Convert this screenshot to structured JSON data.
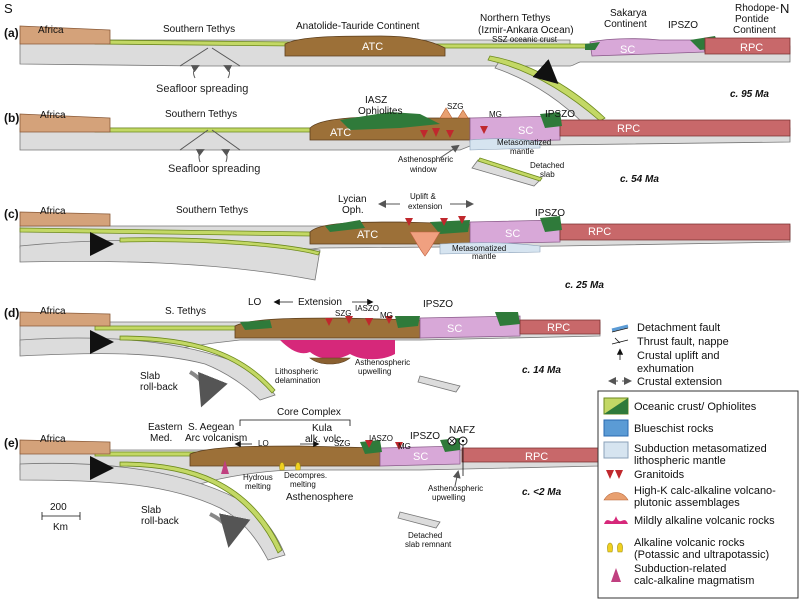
{
  "compass": {
    "south": "S",
    "north": "N"
  },
  "panels": {
    "a": {
      "letter": "(a)",
      "age": "c. 95 Ma",
      "labels": {
        "africa": "Africa",
        "southern_tethys": "Southern Tethys",
        "atc_continent": "Anatolide-Tauride Continent",
        "northern_tethys": "Northern Tethys",
        "izmir": "(Izmir-Ankara Ocean)",
        "ssz": "SSZ oceanic crust",
        "sakarya1": "Sakarya",
        "sakarya2": "Continent",
        "ipszo": "IPSZO",
        "rhodope1": "Rhodope-",
        "rhodope2": "Pontide",
        "rhodope3": "Continent",
        "atc": "ATC",
        "sc": "SC",
        "rpc": "RPC",
        "seafloor": "Seafloor spreading"
      }
    },
    "b": {
      "letter": "(b)",
      "age": "c. 54 Ma",
      "labels": {
        "africa": "Africa",
        "southern_tethys": "Southern Tethys",
        "iasz": "IASZ",
        "ophiolites": "Ophiolites",
        "szg": "SZG",
        "mg": "MG",
        "ipszo": "IPSZO",
        "atc": "ATC",
        "sc": "SC",
        "rpc": "RPC",
        "metasomatized1": "Metasomatized",
        "metasomatized2": "mantle",
        "astheno1": "Asthenospheric",
        "astheno2": "window",
        "detached1": "Detached",
        "detached2": "slab",
        "seafloor": "Seafloor spreading"
      }
    },
    "c": {
      "letter": "(c)",
      "age": "c. 25 Ma",
      "labels": {
        "africa": "Africa",
        "southern_tethys": "Southern Tethys",
        "lycian1": "Lycian",
        "lycian2": "Oph.",
        "uplift1": "Uplift &",
        "uplift2": "extension",
        "ipszo": "IPSZO",
        "atc": "ATC",
        "sc": "SC",
        "rpc": "RPC",
        "metasomatized1": "Metasomatized",
        "metasomatized2": "mantle"
      }
    },
    "d": {
      "letter": "(d)",
      "age": "c. 14 Ma",
      "labels": {
        "africa": "Africa",
        "s_tethys": "S. Tethys",
        "lo": "LO",
        "extension": "Extension",
        "iaszo": "IASZO",
        "szg": "SZG",
        "mg": "MG",
        "ipszo": "IPSZO",
        "sc": "SC",
        "rpc": "RPC",
        "lith1": "Lithospheric",
        "lith2": "delamination",
        "astheno1": "Asthenospheric",
        "astheno2": "upwelling",
        "slab1": "Slab",
        "slab2": "roll-back"
      }
    },
    "e": {
      "letter": "(e)",
      "age": "c. <2 Ma",
      "labels": {
        "africa": "Africa",
        "eastern1": "Eastern",
        "eastern2": "Med.",
        "core_complex": "Core Complex",
        "saegean1": "S. Aegean",
        "saegean2": "Arc volcanism",
        "kula1": "Kula",
        "kula2": "alk. volc.",
        "lo": "LO",
        "szg": "SZG",
        "iaszo": "IASZO",
        "mg": "MG",
        "ipszo": "IPSZO",
        "nafz": "NAFZ",
        "sc": "SC",
        "rpc": "RPC",
        "hydrous1": "Hydrous",
        "hydrous2": "melting",
        "decomp1": "Decompres.",
        "decomp2": "melting",
        "asthenosphere": "Asthenosphere",
        "astheno1": "Asthenospheric",
        "astheno2": "upwelling",
        "slab1": "Slab",
        "slab2": "roll-back",
        "detached1": "Detached",
        "detached2": "slab remnant"
      }
    }
  },
  "scale": {
    "value": "200",
    "unit": "Km"
  },
  "symbol_key": [
    {
      "label": "Detachment fault",
      "icon": "detachment-fault-icon"
    },
    {
      "label": "Thrust fault, nappe",
      "icon": "thrust-fault-icon"
    },
    {
      "label": "Crustal uplift and",
      "label2": "exhumation",
      "icon": "uplift-arrow-icon"
    },
    {
      "label": "Crustal extension",
      "icon": "extension-arrows-icon"
    }
  ],
  "legend": [
    {
      "label": "Oceanic crust/ Ophiolites",
      "color": "#c3d865"
    },
    {
      "label": "Blueschist rocks",
      "color": "#5b9bd5"
    },
    {
      "label": "Subduction metasomatized",
      "label2": "lithospheric mantle",
      "color": "#d6e4f0"
    },
    {
      "label": "Granitoids",
      "color": "#c0282d"
    },
    {
      "label": "High-K calc-alkaline volcano-",
      "label2": "plutonic assemblages",
      "color": "#e8a070"
    },
    {
      "label": "Mildly alkaline volcanic rocks",
      "color": "#d6287a"
    },
    {
      "label": "Alkaline volcanic rocks",
      "label2": "(Potassic and ultrapotassic)",
      "color": "#f0d020"
    },
    {
      "label": "Subduction-related",
      "label2": "calc-alkaline magmatism",
      "color": "#c04080"
    }
  ]
}
